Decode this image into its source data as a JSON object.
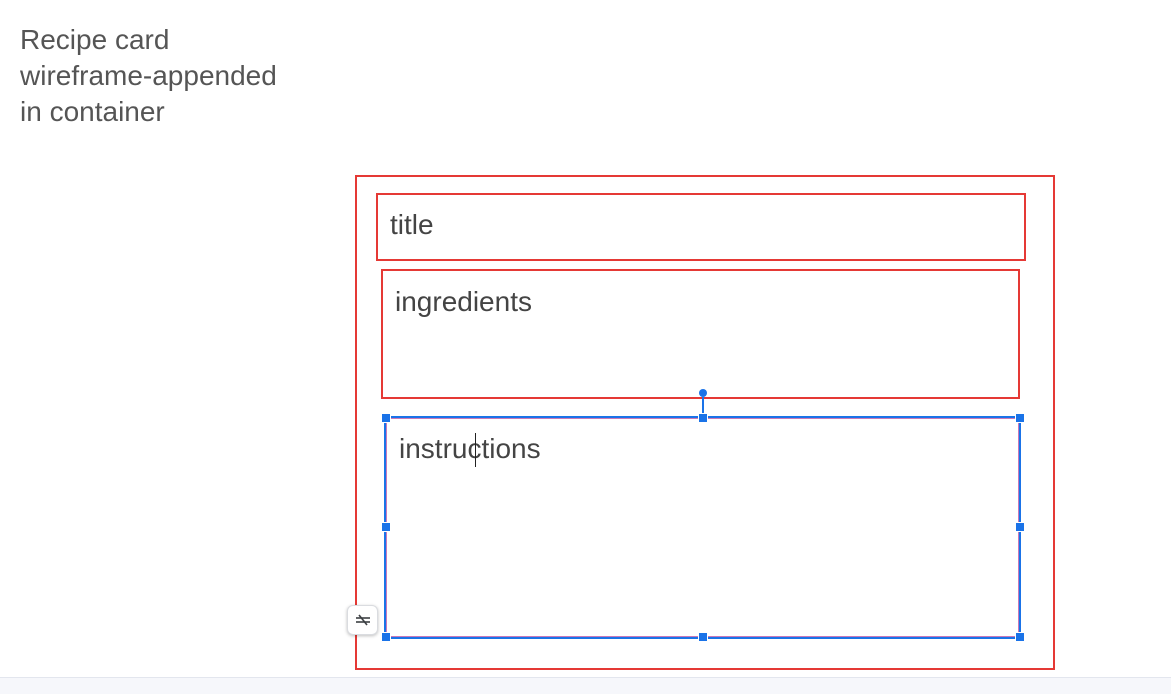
{
  "heading": {
    "line1": "Recipe card",
    "line2": "wireframe-appended",
    "line3": "in container"
  },
  "wireframe": {
    "title_label": "title",
    "ingredients_label": "ingredients",
    "instructions_label": "instructions"
  },
  "icons": {
    "selection_handle": "square-handle",
    "rotate_handle": "circle-handle",
    "wrap_toggle": "strikethrough-equals-icon"
  },
  "colors": {
    "wireframe_border": "#e53935",
    "selection": "#1a73e8",
    "text": "#444444"
  }
}
